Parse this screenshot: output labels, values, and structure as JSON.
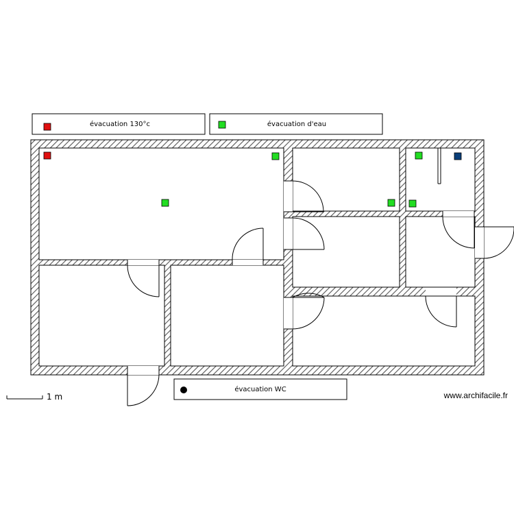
{
  "legend": {
    "items": [
      {
        "label": "évacuation 130°c",
        "color": "#e01010",
        "marker": "square"
      },
      {
        "label": "évacuation d'eau",
        "color": "#22dd22",
        "marker": "square"
      },
      {
        "label": "évacuation WC",
        "color": "#000000",
        "marker": "circle"
      }
    ]
  },
  "markers": {
    "red_color": "#e01010",
    "green_color": "#22dd22",
    "blue_color": "#0a3f7a",
    "wall_hatch_color": "#555555"
  },
  "scale": {
    "label": "1 m"
  },
  "footer": {
    "site": "www.archifacile.fr"
  }
}
